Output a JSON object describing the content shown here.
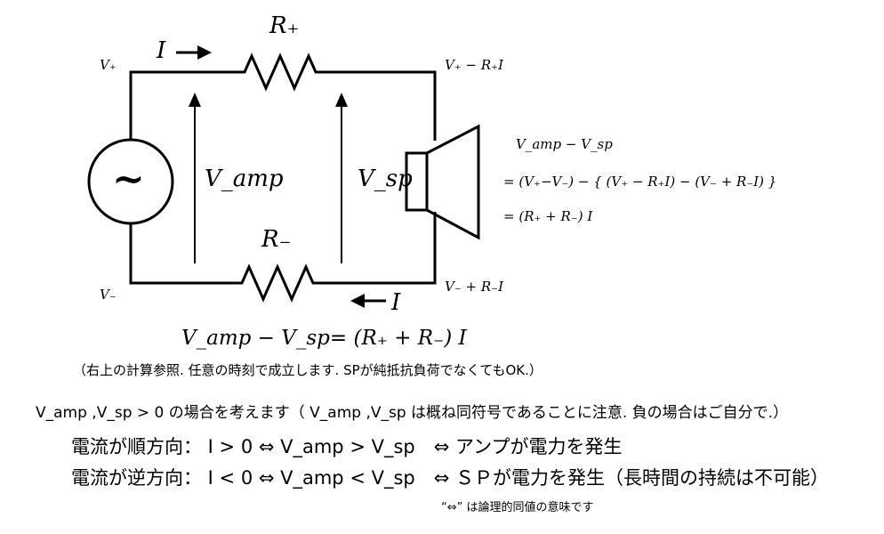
{
  "circuit": {
    "labels": {
      "current_top": "I",
      "current_bottom": "I",
      "r_plus": "R₊",
      "r_minus": "R₋",
      "v_amp": "V_amp",
      "v_sp": "V_sp",
      "v_plus": "V₊",
      "v_minus": "V₋",
      "node_top_right": "V₊ − R₊I",
      "node_bottom_right": "V₋ + R₋I",
      "source_symbol": "~"
    },
    "derivation": {
      "line1": "V_amp − V_sp",
      "line2": "= (V₊−V₋) − { (V₊ − R₊I) − (V₋ + R₋I) }",
      "line3": "= (R₊ + R₋) I"
    }
  },
  "text": {
    "main_equation": "V_amp − V_sp= (R₊ + R₋) I",
    "note1": "（右上の計算参照. 任意の時刻で成立します. SPが純抵抗負荷でなくてもOK.）",
    "consider": "V_amp ,V_sp > 0 の場合を考えます（ V_amp ,V_sp は概ね同符号であることに注意. 負の場合はご自分で.）",
    "forward": "電流が順方向： I > 0 ⇔ V_amp > V_sp　⇔ アンプが電力を発生",
    "reverse": "電流が逆方向： I < 0 ⇔ V_amp < V_sp　⇔ ＳＰが電力を発生（長時間の持続は不可能）",
    "footnote": "“⇔” は論理的同値の意味です"
  }
}
